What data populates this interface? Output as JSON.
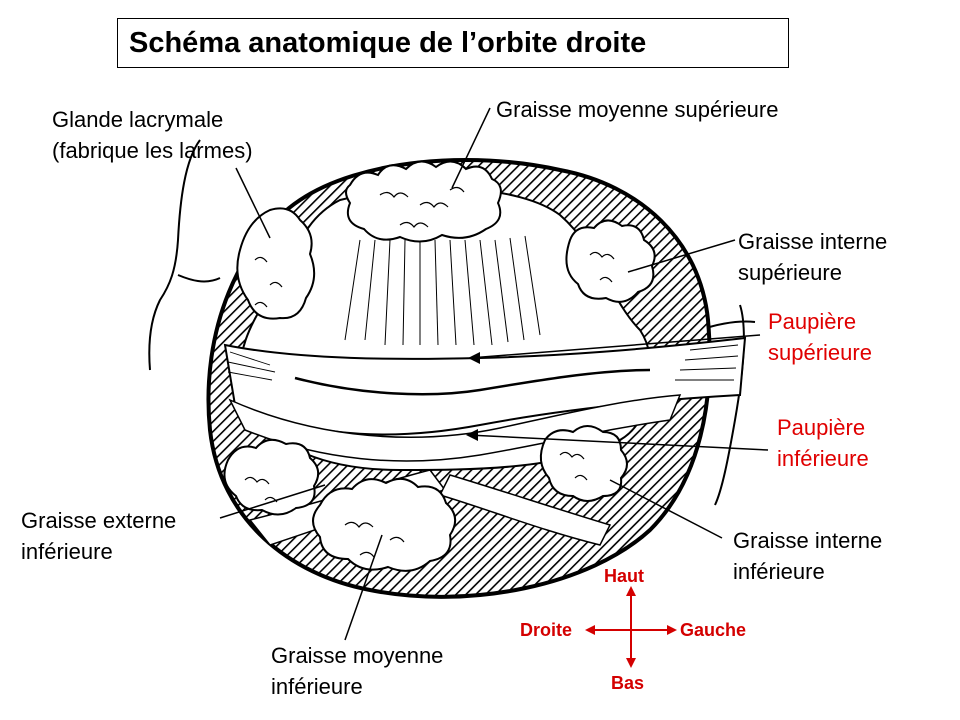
{
  "title": "Schéma anatomique de l’orbite droite",
  "labels": {
    "lacrimal_gland": {
      "line1": "Glande lacrymale",
      "line2": "(fabrique les larmes)"
    },
    "mid_sup_fat": {
      "line1": "Graisse moyenne supérieure"
    },
    "int_sup_fat": {
      "line1": "Graisse interne",
      "line2": "supérieure"
    },
    "upper_eyelid": {
      "line1": "Paupière",
      "line2": "supérieure"
    },
    "lower_eyelid": {
      "line1": "Paupière",
      "line2": "inférieure"
    },
    "ext_inf_fat": {
      "line1": "Graisse externe",
      "line2": "inférieure"
    },
    "int_inf_fat": {
      "line1": "Graisse interne",
      "line2": "inférieure"
    },
    "mid_inf_fat": {
      "line1": "Graisse moyenne",
      "line2": "inférieure"
    }
  },
  "compass": {
    "up": "Haut",
    "down": "Bas",
    "left": "Droite",
    "right": "Gauche"
  },
  "colors": {
    "highlight_label": "#e00000",
    "compass": "#d40000"
  }
}
